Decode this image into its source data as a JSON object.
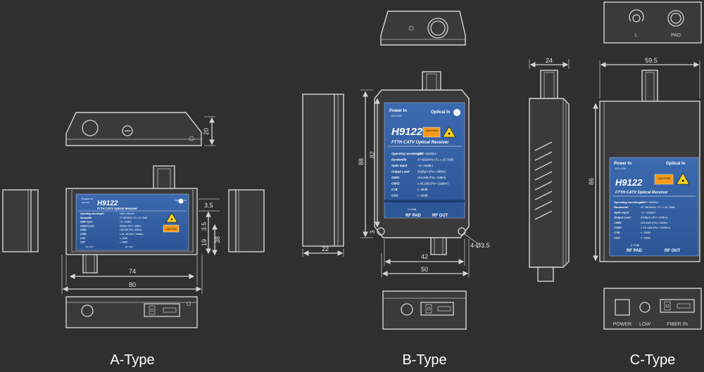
{
  "type_titles": {
    "a": "A-Type",
    "b": "B-Type",
    "c": "C-Type"
  },
  "label": {
    "model": "H9122",
    "product": "FTTH CATV Optical Receiver",
    "power_in": "Power In",
    "dc": "DC+12V",
    "optical_in": "Optical In",
    "caution": "CAUTION",
    "rf_pad": "RF PAD",
    "rf_out": "RF OUT",
    "rf_pad_small": "0~20dB",
    "specs": [
      {
        "k": "Operating wavelength:",
        "v": "1260~1620nm"
      },
      {
        "k": "Bandwidth",
        "v": "47~862MHz / FL ≤ ±0.75dB"
      },
      {
        "k": "Optic Input",
        "v": "+2~-16dBm"
      },
      {
        "k": "Output Level",
        "v": "82dBμV     (Pin=-3dBm)"
      },
      {
        "k": "CNR1",
        "v": "≥54.6dB     (Pin=-3dBm)"
      },
      {
        "k": "CNR2",
        "v": "≥ 45.1dB     (Pin=-16dBm)"
      },
      {
        "k": "CTB",
        "v": "≤ -65dB"
      },
      {
        "k": "CSO",
        "v": "≤ -65dB"
      }
    ]
  },
  "dims": {
    "a_width_inner": "74",
    "a_width_outer": "80",
    "a_height": "20",
    "a_side_1": "3.5",
    "a_side_2": "19",
    "a_side_3": "38",
    "a_side_4": "3.5",
    "b_depth": "22",
    "b_h_inner": "82",
    "b_h_outer": "88",
    "b_w_inner": "42",
    "b_w_outer": "50",
    "b_side_small": "3",
    "b_hole": "4-Ø3.5",
    "c_depth": "24",
    "c_width": "59.5",
    "c_height": "86"
  },
  "port_labels": {
    "c_top_left": "L",
    "c_top_right": "PAD",
    "c_bottom_power": "POWER",
    "c_bottom_low": "LOW",
    "c_bottom_fiber": "FIBER IN"
  }
}
